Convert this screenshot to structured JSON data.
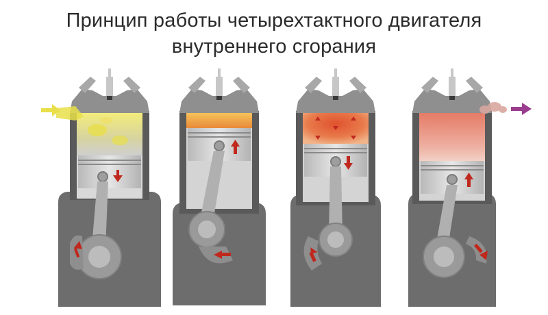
{
  "title": {
    "line1": "Принцип работы четырехтактного двигателя",
    "line2": "внутреннего сгорания"
  },
  "strokes": [
    {
      "id": "intake",
      "mixture_color": "#e8df4a",
      "inlet_arrow_color": "#e8df4a",
      "piston_motion": "down"
    },
    {
      "id": "compression",
      "mixture_color": "#f0a84a",
      "piston_motion": "up"
    },
    {
      "id": "power",
      "mixture_color": "#e0603a",
      "piston_motion": "down"
    },
    {
      "id": "exhaust",
      "mixture_color": "#e58a78",
      "outlet_arrow_color": "#9b3d8f",
      "piston_motion": "up"
    }
  ],
  "colors": {
    "block_dark": "#6d6d6d",
    "cylinder_wall": "#4f4f4f",
    "metal_light": "#c9c9c9",
    "metal_mid": "#9e9e9e",
    "motion_arrow": "#c0281e"
  }
}
